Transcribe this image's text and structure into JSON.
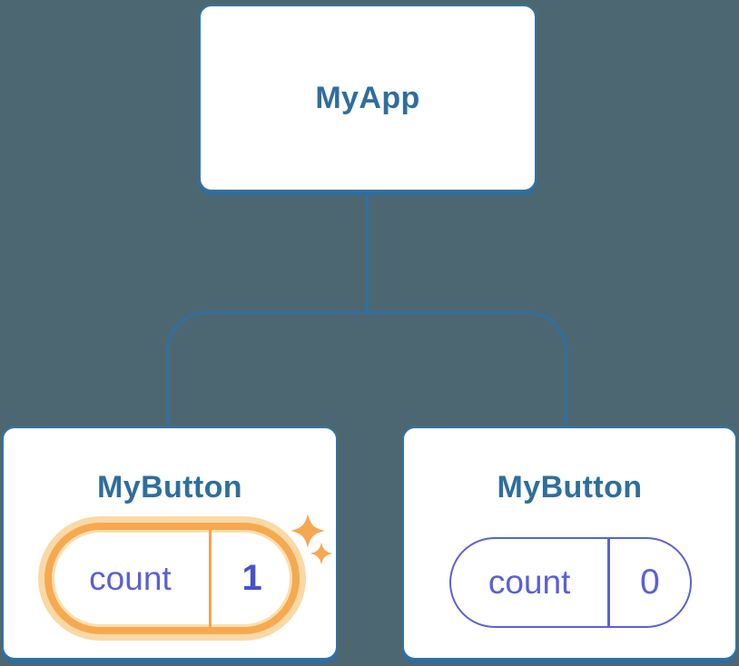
{
  "diagram": {
    "type": "component-tree",
    "background": "#4D6772",
    "root": {
      "label": "MyApp"
    },
    "children": [
      {
        "label": "MyButton",
        "state": {
          "key": "count",
          "value": "1"
        },
        "highlighted": true
      },
      {
        "label": "MyButton",
        "state": {
          "key": "count",
          "value": "0"
        },
        "highlighted": false
      }
    ]
  },
  "colors": {
    "background": "#4D6772",
    "node_border": "#3273A6",
    "node_shadow": "#2E6DA0",
    "node_title": "#2E6E9E",
    "connector": "#2F70A1",
    "state_purple": "#5A60D5",
    "state_value_highlight": "#4753C6",
    "highlight_ring": "#F6A94F",
    "highlight_halo": "#FAD9A6",
    "sparkle": "#F5A851"
  },
  "icons": {
    "sparkle_large": "sparkle-icon",
    "sparkle_small": "sparkle-icon"
  }
}
